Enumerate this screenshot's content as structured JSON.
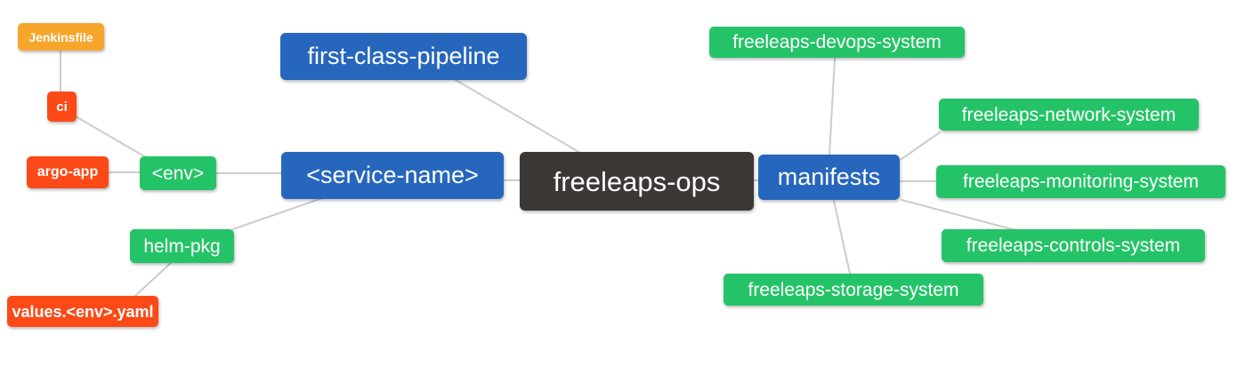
{
  "mindmap": {
    "edge_color": "#cccccc",
    "background_color": "#ffffff",
    "colors": {
      "blue": "#2667bd",
      "dark": "#3b3835",
      "green": "#25c368",
      "red_orange": "#fb4a17",
      "orange": "#f7a62c"
    },
    "nodes": {
      "freeleaps_ops": {
        "label": "freeleaps-ops",
        "color": "#3b3835"
      },
      "first_class_pipeline": {
        "label": "first-class-pipeline",
        "color": "#2667bd"
      },
      "service_name": {
        "label": "<service-name>",
        "color": "#2667bd"
      },
      "manifests": {
        "label": "manifests",
        "color": "#2667bd"
      },
      "env": {
        "label": "<env>",
        "color": "#25c368"
      },
      "helm_pkg": {
        "label": "helm-pkg",
        "color": "#25c368"
      },
      "ci": {
        "label": "ci",
        "color": "#fb4a17"
      },
      "argo_app": {
        "label": "argo-app",
        "color": "#fb4a17"
      },
      "values_env_yaml": {
        "label": "values.<env>.yaml",
        "color": "#fb4a17"
      },
      "jenkinsfile": {
        "label": "Jenkinsfile",
        "color": "#f7a62c"
      },
      "devops_system": {
        "label": "freeleaps-devops-system",
        "color": "#25c368"
      },
      "network_system": {
        "label": "freeleaps-network-system",
        "color": "#25c368"
      },
      "monitoring_system": {
        "label": "freeleaps-monitoring-system",
        "color": "#25c368"
      },
      "controls_system": {
        "label": "freeleaps-controls-system",
        "color": "#25c368"
      },
      "storage_system": {
        "label": "freeleaps-storage-system",
        "color": "#25c368"
      }
    },
    "edges": [
      {
        "from": "Jenkinsfile",
        "to": "ci"
      },
      {
        "from": "ci",
        "to": "<env>"
      },
      {
        "from": "argo-app",
        "to": "<env>"
      },
      {
        "from": "<env>",
        "to": "<service-name>"
      },
      {
        "from": "helm-pkg",
        "to": "<service-name>"
      },
      {
        "from": "values.<env>.yaml",
        "to": "helm-pkg"
      },
      {
        "from": "first-class-pipeline",
        "to": "freeleaps-ops"
      },
      {
        "from": "<service-name>",
        "to": "freeleaps-ops"
      },
      {
        "from": "freeleaps-ops",
        "to": "manifests"
      },
      {
        "from": "manifests",
        "to": "freeleaps-devops-system"
      },
      {
        "from": "manifests",
        "to": "freeleaps-network-system"
      },
      {
        "from": "manifests",
        "to": "freeleaps-monitoring-system"
      },
      {
        "from": "manifests",
        "to": "freeleaps-controls-system"
      },
      {
        "from": "manifests",
        "to": "freeleaps-storage-system"
      }
    ]
  }
}
